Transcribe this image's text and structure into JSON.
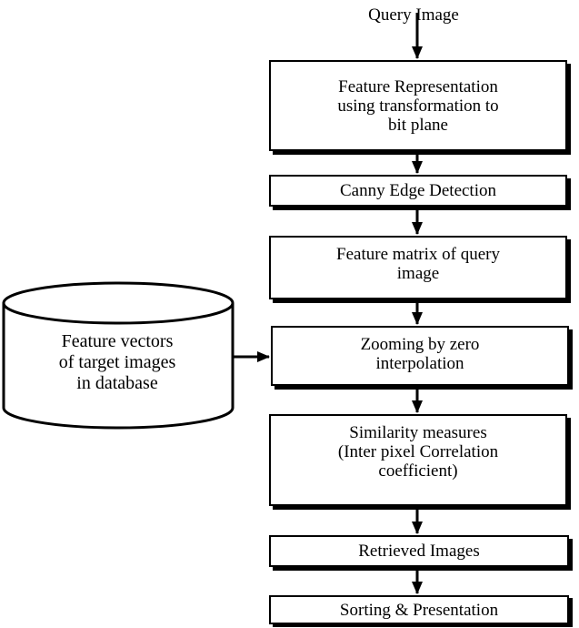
{
  "diagram": {
    "title": "Query Image",
    "steps": [
      {
        "id": "feature-representation",
        "text": "Feature Representation\nusing transformation to\nbit plane"
      },
      {
        "id": "canny-edge",
        "text": "Canny Edge Detection"
      },
      {
        "id": "feature-matrix",
        "text": "Feature matrix of query\nimage"
      },
      {
        "id": "zooming",
        "text": "Zooming by zero\ninterpolation"
      },
      {
        "id": "similarity",
        "text": "Similarity measures\n(Inter pixel Correlation\ncoefficient)"
      },
      {
        "id": "retrieved",
        "text": "Retrieved Images"
      },
      {
        "id": "sorting",
        "text": "Sorting & Presentation"
      }
    ],
    "database": {
      "text": "Feature vectors\nof target images\nin database"
    }
  }
}
